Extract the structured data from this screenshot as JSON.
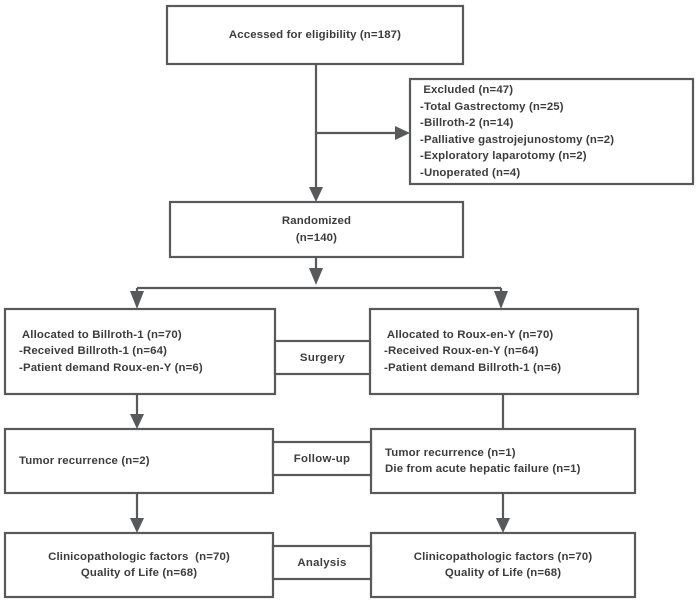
{
  "diagram": {
    "title": "Study flow diagram",
    "type": "flowchart",
    "stroke_color": "#58595b",
    "text_color": "#3b3c3e",
    "background": "#ffffff"
  },
  "nodes": {
    "accessed": {
      "name": "accessed-for-eligibility-box",
      "lines": [
        "Accessed for eligibility (n=187)"
      ]
    },
    "excluded": {
      "name": "excluded-box",
      "lines": [
        " Excluded (n=47)",
        "-Total Gastrectomy (n=25)",
        "-Billroth-2 (n=14)",
        "-Palliative gastrojejunostomy (n=2)",
        "-Exploratory laparotomy (n=2)",
        "-Unoperated (n=4)"
      ]
    },
    "randomized": {
      "name": "randomized-box",
      "lines": [
        "Randomized",
        "(n=140)"
      ]
    },
    "alloc_left": {
      "name": "allocated-billroth1-box",
      "lines": [
        " Allocated to Billroth-1 (n=70)",
        "-Received Billroth-1 (n=64)",
        "-Patient demand Roux-en-Y (n=6)"
      ]
    },
    "alloc_right": {
      "name": "allocated-roux-en-y-box",
      "lines": [
        " Allocated to Roux-en-Y (n=70)",
        "-Received Roux-en-Y (n=64)",
        "-Patient demand Billroth-1 (n=6)"
      ]
    },
    "followup_left": {
      "name": "followup-billroth1-box",
      "lines": [
        "Tumor recurrence (n=2)"
      ]
    },
    "followup_right": {
      "name": "followup-roux-en-y-box",
      "lines": [
        "Tumor recurrence (n=1)",
        "Die from acute hepatic failure (n=1)"
      ]
    },
    "analysis_left": {
      "name": "analysis-billroth1-box",
      "lines": [
        "Clinicopathologic factors  (n=70)",
        "Quality of Life (n=68)"
      ]
    },
    "analysis_right": {
      "name": "analysis-roux-en-y-box",
      "lines": [
        "Clinicopathologic factors (n=70)",
        "Quality of Life (n=68)"
      ]
    }
  },
  "stage_labels": {
    "surgery": "Surgery",
    "followup": "Follow-up",
    "analysis": "Analysis"
  }
}
